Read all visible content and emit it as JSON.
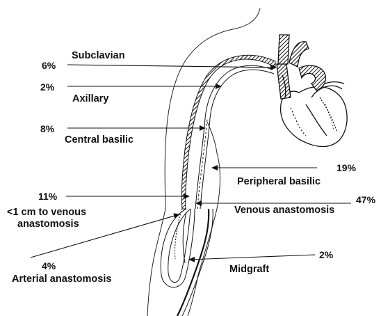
{
  "labels": {
    "subclavian": {
      "pct": "6%",
      "name": "Subclavian"
    },
    "axillary": {
      "pct": "2%",
      "name": "Axillary"
    },
    "central_basilic": {
      "pct": "8%",
      "name": "Central basilic"
    },
    "peripheral_basilic": {
      "pct": "19%",
      "name": "Peripheral basilic"
    },
    "near_venous": {
      "pct": "11%",
      "name_line1": "<1 cm to venous",
      "name_line2": "anastomosis"
    },
    "venous_anastomosis": {
      "pct": "47%",
      "name": "Venous anastomosis"
    },
    "arterial_anastomosis": {
      "pct": "4%",
      "name": "Arterial anastomosis"
    },
    "midgraft": {
      "pct": "2%",
      "name": "Midgraft"
    }
  },
  "colors": {
    "ink": "#111111",
    "paper": "#ffffff"
  }
}
